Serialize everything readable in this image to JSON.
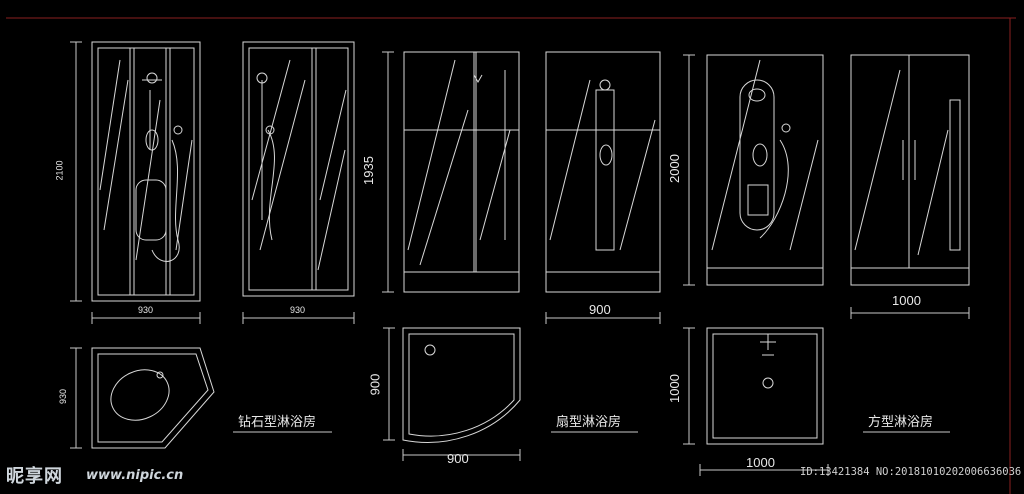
{
  "drawing": {
    "dims": {
      "diamond_height": "2100",
      "diamond_width": "930",
      "pivot_width": "930",
      "fan_height": "1935",
      "fan_width": "900",
      "square_height": "2000",
      "square_width": "1000",
      "diamond_plan_depth": "930",
      "fan_plan_depth": "900",
      "fan_plan_width": "900",
      "square_plan_depth": "1000",
      "square_plan_width": "1000"
    },
    "captions": {
      "diamond": "钻石型淋浴房",
      "fan": "扇型淋浴房",
      "square": "方型淋浴房"
    }
  },
  "watermark": {
    "brand": "昵享网",
    "url": "www.nipic.cn",
    "id_text": "ID:13421384 NO:20181010202006636036"
  }
}
